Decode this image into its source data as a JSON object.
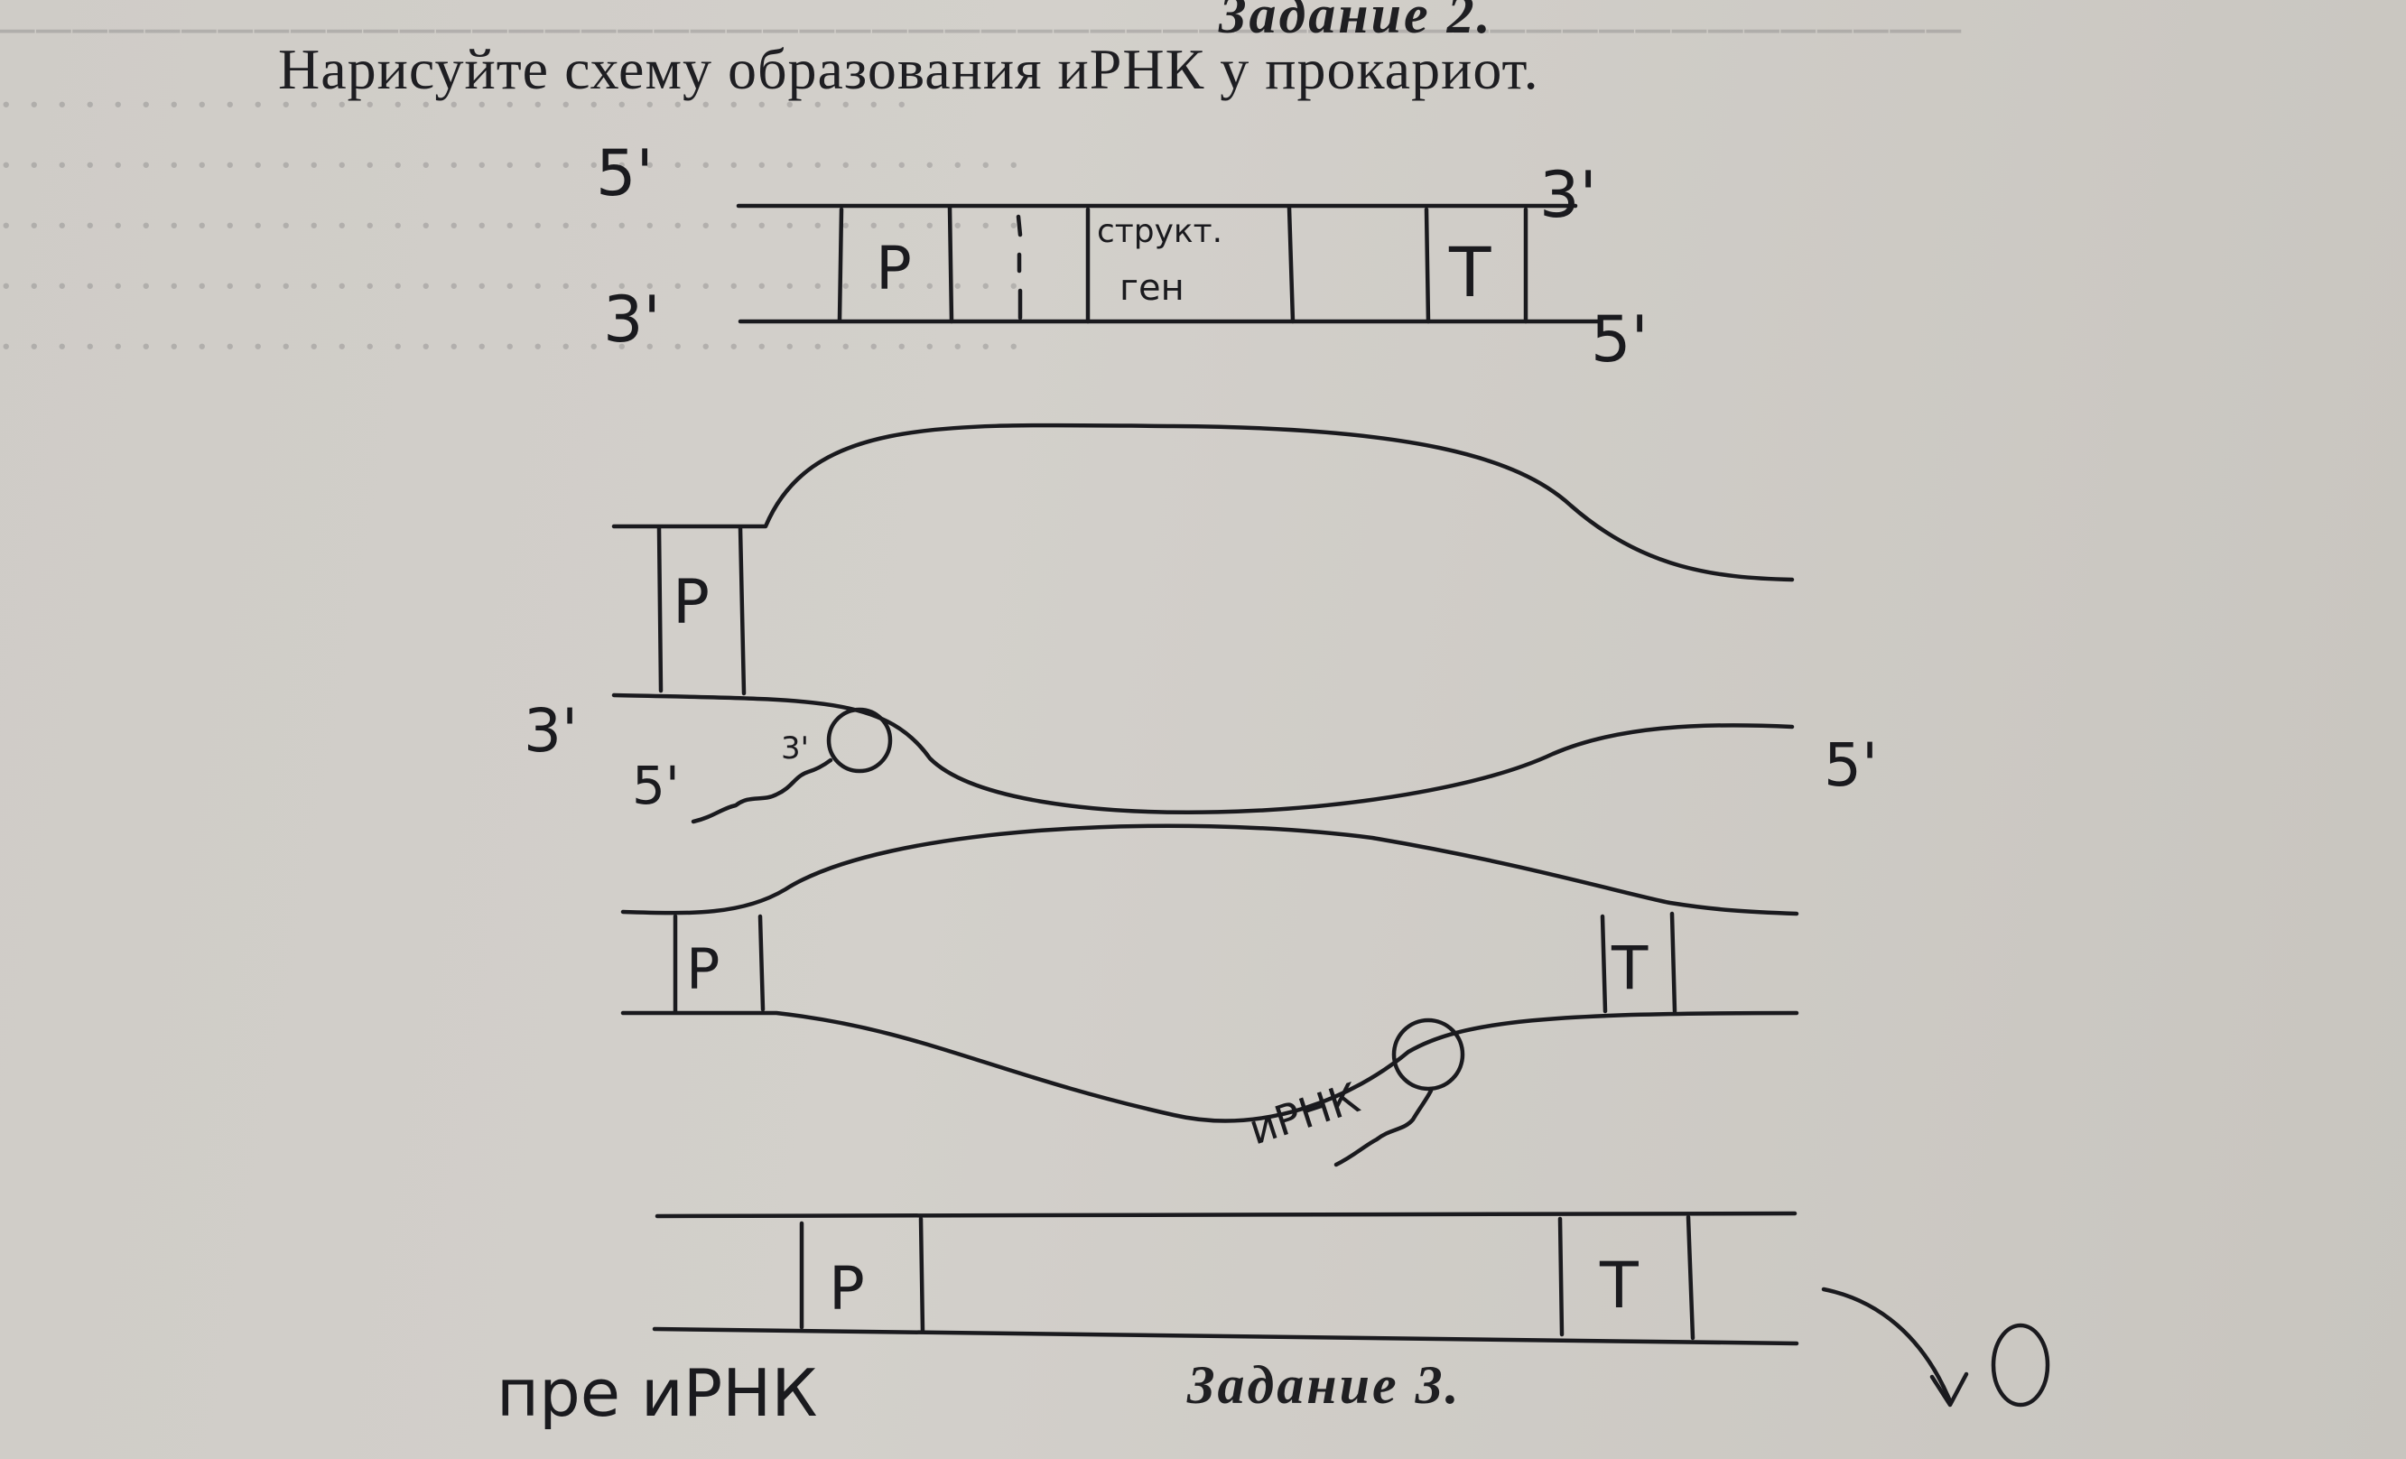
{
  "printed": {
    "task2_heading": "Задание 2.",
    "instruction": "Нарисуйте схему образования иРНК у прокариот.",
    "task3_heading": "Задание 3."
  },
  "handwritten": {
    "gene_diagram": {
      "top_left_end": "5'",
      "top_right_end": "3'",
      "bottom_left_end": "3'",
      "bottom_right_end": "5'",
      "promoter": "P",
      "structural_gene_line1": "структ.",
      "structural_gene_line2": "ген",
      "terminator": "T"
    },
    "initiation_diagram": {
      "promoter": "P",
      "left_end": "3'",
      "bottom_left_end": "5'",
      "rna_end": "3'",
      "right_end": "5'"
    },
    "elongation_diagram": {
      "promoter": "P",
      "terminator": "T",
      "product_label": "иРНК"
    },
    "termination_diagram": {
      "promoter": "P",
      "terminator": "T",
      "product_label": "пре иРНК"
    }
  },
  "colors": {
    "paper": "#d0cdc8",
    "ink": "#1a1a1e",
    "ghost_text": "#6e6e75"
  }
}
